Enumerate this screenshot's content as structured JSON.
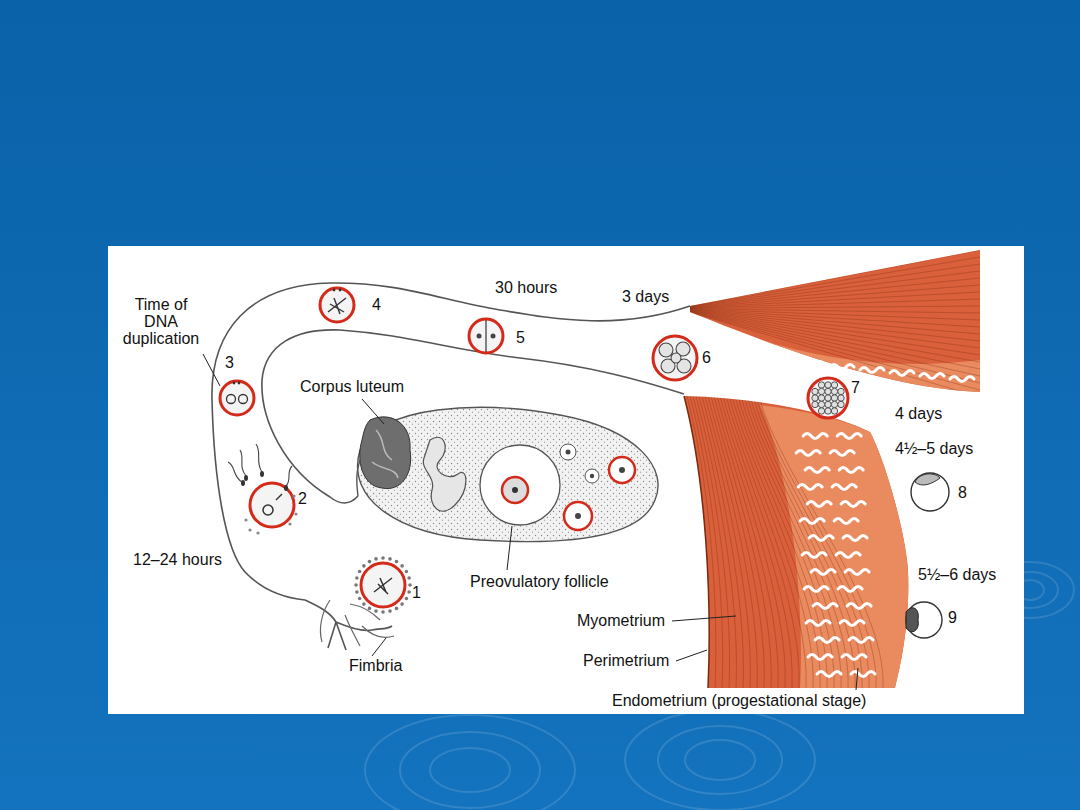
{
  "diagram": {
    "labels": [
      "Time of DNA duplication",
      "30 hours",
      "3 days",
      "4",
      "5",
      "3",
      "6",
      "Corpus luteum",
      "7",
      "4 days",
      "4½–5 days",
      "8",
      "2",
      "12–24 hours",
      "1",
      "Preovulatory follicle",
      "5½–6 days",
      "Myometrium",
      "9",
      "Fimbria",
      "Perimetrium",
      "Endometrium (progestational stage)"
    ]
  }
}
